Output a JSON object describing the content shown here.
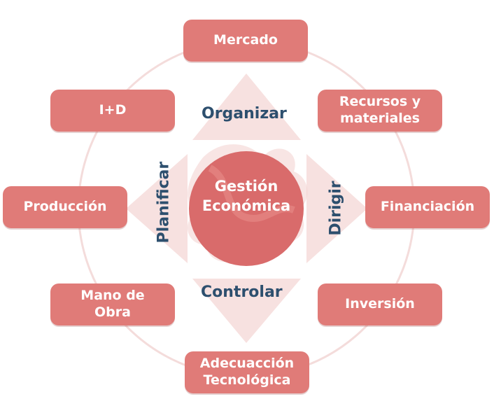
{
  "colors": {
    "box": "#e07b78",
    "center": "#d96b6b",
    "verb_text": "#2d4f6e",
    "ring": "#f4dcdb",
    "arrows": "#f7e1e0"
  },
  "center": {
    "label": "Gestión\nEconómica"
  },
  "verbs": {
    "top": "Organizar",
    "left": "Planificar",
    "right": "Dirigir",
    "bottom": "Controlar"
  },
  "boxes": {
    "mercado": "Mercado",
    "recursos": "Recursos y\nmateriales",
    "financiacion": "Financiación",
    "inversion": "Inversión",
    "adecuaccion": "Adecuacción\nTecnológica",
    "mano_obra": "Mano de\nObra",
    "produccion": "Producción",
    "id": "I+D"
  }
}
